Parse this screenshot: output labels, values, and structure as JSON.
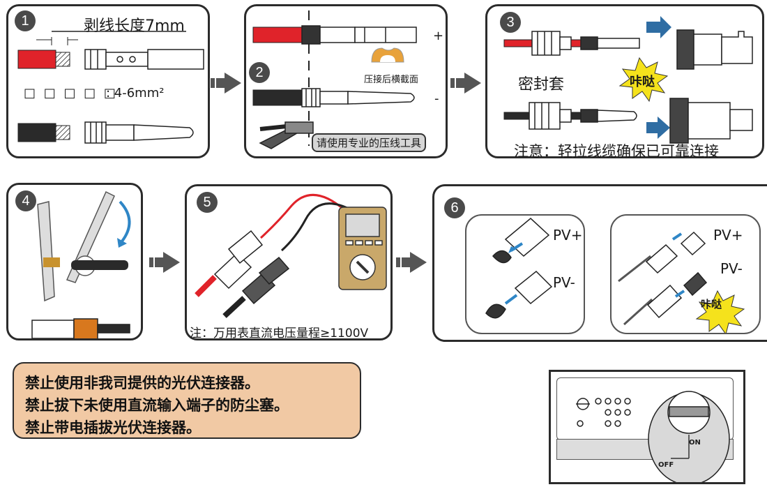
{
  "step1": {
    "number": "1",
    "strip_length_label": "剥线长度7mm",
    "cross_section_boxes": "□ □ □ □ □",
    "cross_section_value": ": 4-6mm²"
  },
  "step2": {
    "number": "2",
    "plus_sign": "+",
    "minus_sign": "-",
    "crimp_section_label": "压接后横截面",
    "tool_label": "请使用专业的压线工具"
  },
  "step3": {
    "number": "3",
    "seal_label": "密封套",
    "click_text": "咔哒",
    "note": "注意：轻拉线缆确保已可靠连接"
  },
  "step4": {
    "number": "4"
  },
  "step5": {
    "number": "5",
    "note": "注：万用表直流电压量程≥1100V"
  },
  "step6": {
    "number": "6",
    "left_pv_plus": "PV+",
    "left_pv_minus": "PV-",
    "right_pv_plus": "PV+",
    "right_pv_minus": "PV-",
    "click_text": "咔哒"
  },
  "warnings": [
    "禁止使用非我司提供的光伏连接器。",
    "禁止拔下未使用直流输入端子的防尘塞。",
    "禁止带电插拔光伏连接器。"
  ],
  "switch": {
    "on_label": "ON",
    "off_label": "OFF"
  },
  "colors": {
    "red_wire": "#e0232a",
    "black_wire": "#2a2a2a",
    "blue_arrow": "#2f6da3",
    "burst": "#f5e21c",
    "warning_bg": "#f1c9a4",
    "meter": "#c9a86a"
  }
}
